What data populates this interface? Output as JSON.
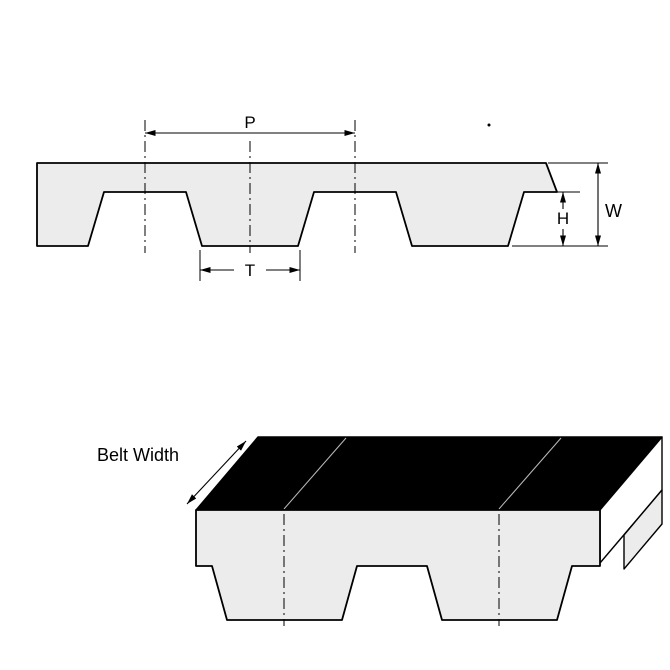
{
  "colors": {
    "background": "#ffffff",
    "belt_fill": "#ececec",
    "belt_outline": "#000000",
    "top_face_fill": "#000000",
    "end_face_fill": "#ffffff",
    "dimension_color": "#000000"
  },
  "cross_section": {
    "pitch_label": "P",
    "tooth_width_label": "T",
    "tooth_height_label": "H",
    "belt_thickness_label": "W"
  },
  "isometric_view": {
    "belt_width_label": "Belt Width"
  }
}
